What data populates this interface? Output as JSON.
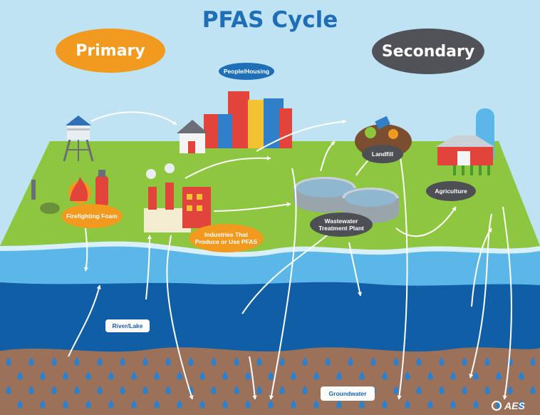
{
  "title": "PFAS Cycle",
  "categories": {
    "primary": "Primary",
    "secondary": "Secondary"
  },
  "nodes": {
    "people_housing": "People/Housing",
    "firefighting_foam": "Firefighting Foam",
    "industries": "Industries That Produce or Use PFAS",
    "wastewater": "Wastewater Treatment Plant",
    "landfill": "Landfill",
    "agriculture": "Agriculture",
    "river_lake": "River/Lake",
    "groundwater": "Groundwater"
  },
  "logo_text": "AES",
  "colors": {
    "sky": "#bfe3f3",
    "land": "#8dc63f",
    "river_light": "#5ab7e8",
    "river_deep": "#0f5ea6",
    "soil": "#9b7159",
    "primary": "#f29a1f",
    "secondary": "#505257",
    "title": "#1e6fb8",
    "droplet": "#2f7fc9"
  }
}
